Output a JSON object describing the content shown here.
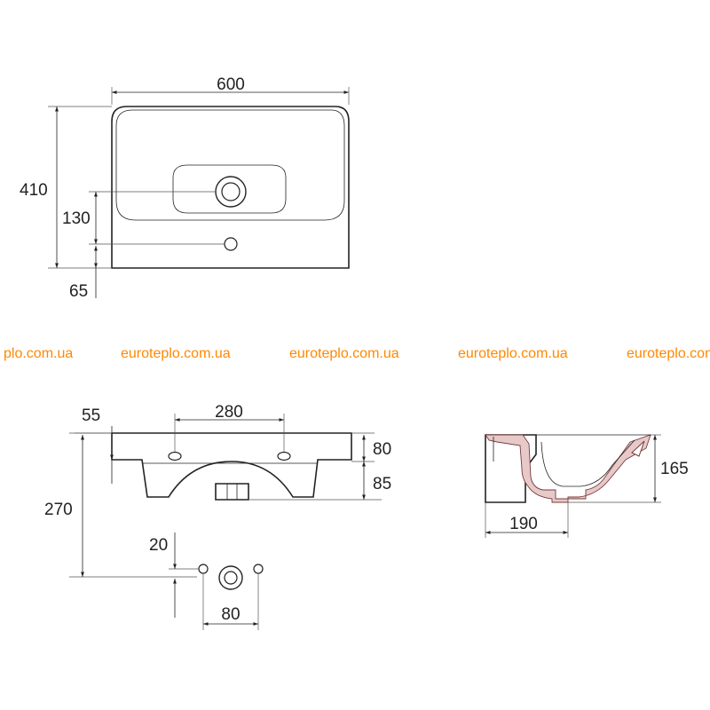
{
  "watermark": {
    "text": "euroteplo.com.ua",
    "partial_left": "plo.com.ua",
    "color": "#ff8800"
  },
  "top_view": {
    "dims": {
      "width": "600",
      "depth": "410",
      "tap_offset": "130",
      "overflow_offset": "65"
    }
  },
  "front_view": {
    "dims": {
      "edge_offset": "55",
      "mount_spacing": "280",
      "rim_height": "80",
      "bowl_depth": "85",
      "total_height": "270"
    }
  },
  "drain_detail": {
    "dims": {
      "hole_offset": "20",
      "hole_spacing": "80"
    }
  },
  "side_view": {
    "dims": {
      "height": "165",
      "depth": "190"
    }
  }
}
